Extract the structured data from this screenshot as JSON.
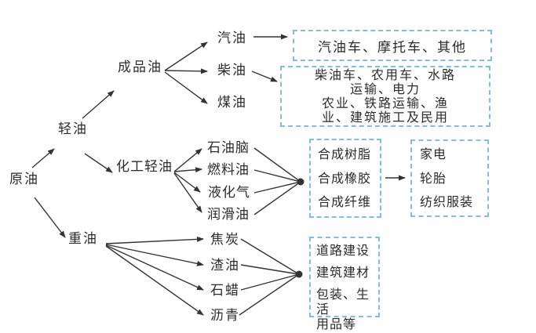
{
  "diagram": {
    "nodes": {
      "crude_oil": "原油",
      "light_oil": "轻油",
      "heavy_oil": "重油",
      "refined_oil": "成品油",
      "chem_light_oil": "化工轻油",
      "gasoline": "汽油",
      "diesel": "柴油",
      "kerosene": "煤油",
      "naphtha": "石油脑",
      "fuel_oil": "燃料油",
      "lpg": "液化气",
      "lube_oil": "润滑油",
      "coke": "焦炭",
      "residual_oil": "渣油",
      "paraffin": "石蜡",
      "asphalt": "沥青"
    },
    "boxes": {
      "gasoline_uses": {
        "lines": [
          "汽油车、摩托车、其他"
        ]
      },
      "diesel_kerosene_uses": {
        "lines": [
          "柴油车、农用车、水路",
          "运输、电力",
          "农业、铁路运输、渔",
          "业、建筑施工及民用"
        ]
      },
      "synthetics": {
        "lines": [
          "合成树脂",
          "合成橡胶",
          "合成纤维"
        ]
      },
      "synthetic_products": {
        "lines": [
          "家电",
          "轮胎",
          "纺织服装"
        ]
      },
      "heavy_oil_uses": {
        "lines": [
          "道路建设",
          "建筑建材",
          "包装、生活",
          "用品等"
        ]
      }
    },
    "colors": {
      "box_border": "#85bcda",
      "line": "#333333",
      "text": "#2b2b2b",
      "background": "#ffffff"
    }
  }
}
